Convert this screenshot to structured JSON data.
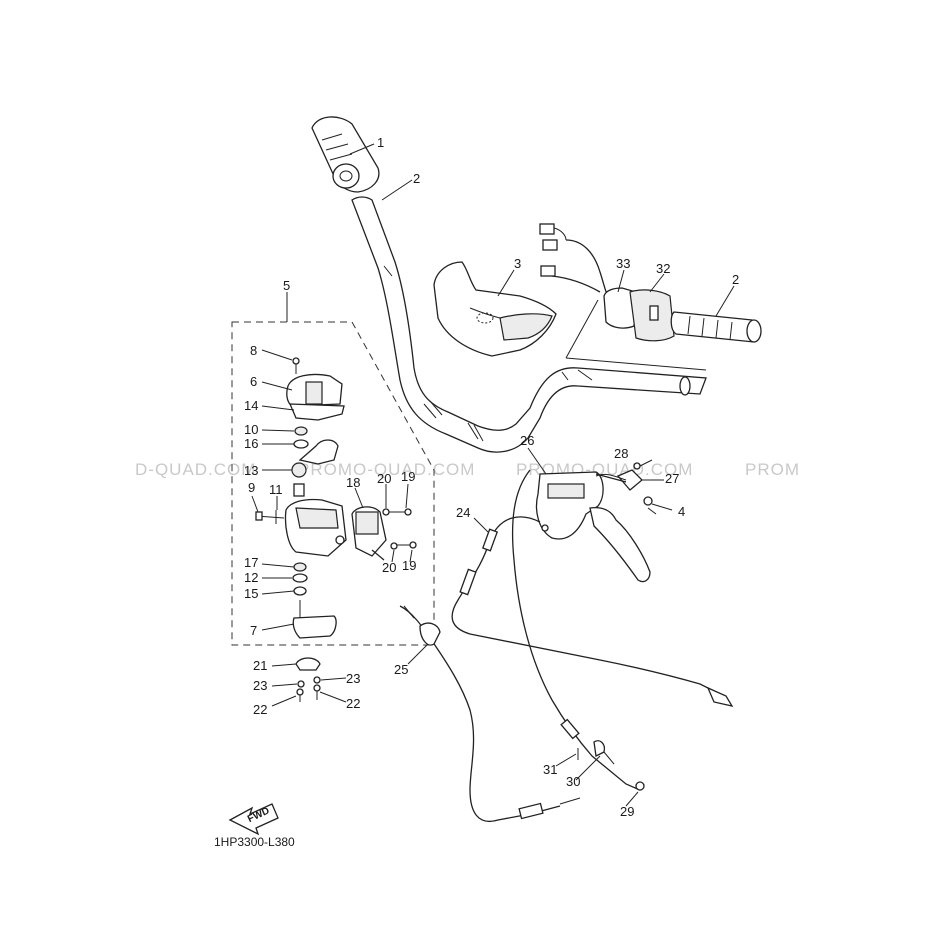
{
  "diagram": {
    "code": "1HP3300-L380",
    "fwd_label": "FWD",
    "watermarks": [
      "D-QUAD.COM",
      "PROMO-QUAD.COM",
      "PROMO-QUAD.COM",
      "PROM"
    ],
    "callouts": [
      {
        "n": "1"
      },
      {
        "n": "2"
      },
      {
        "n": "2"
      },
      {
        "n": "3"
      },
      {
        "n": "4"
      },
      {
        "n": "5"
      },
      {
        "n": "6"
      },
      {
        "n": "7"
      },
      {
        "n": "8"
      },
      {
        "n": "9"
      },
      {
        "n": "10"
      },
      {
        "n": "11"
      },
      {
        "n": "12"
      },
      {
        "n": "13"
      },
      {
        "n": "14"
      },
      {
        "n": "15"
      },
      {
        "n": "16"
      },
      {
        "n": "17"
      },
      {
        "n": "18"
      },
      {
        "n": "19"
      },
      {
        "n": "19"
      },
      {
        "n": "20"
      },
      {
        "n": "20"
      },
      {
        "n": "21"
      },
      {
        "n": "22"
      },
      {
        "n": "22"
      },
      {
        "n": "23"
      },
      {
        "n": "23"
      },
      {
        "n": "24"
      },
      {
        "n": "25"
      },
      {
        "n": "26"
      },
      {
        "n": "27"
      },
      {
        "n": "28"
      },
      {
        "n": "29"
      },
      {
        "n": "30"
      },
      {
        "n": "31"
      },
      {
        "n": "32"
      },
      {
        "n": "33"
      }
    ]
  }
}
